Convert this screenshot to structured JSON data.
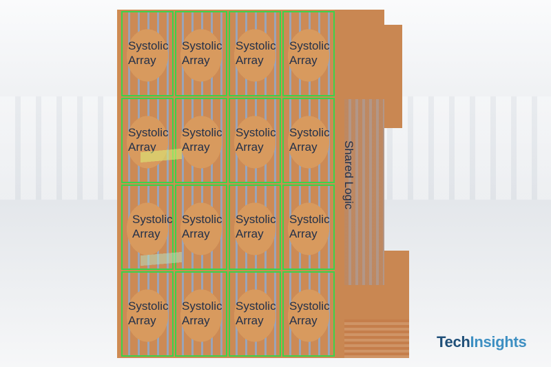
{
  "blocks": [
    "Systolic\nArray",
    "Systolic\nArray",
    "Systolic\nArray",
    "Systolic\nArray",
    "Systolic\nArray",
    "Systolic\nArray",
    "Systolic\nArray",
    "Systolic\nArray",
    "Systolic\nArray",
    "Systolic\nArray",
    "Systolic\nArray",
    "Systolic\nArray",
    "Systolic\nArray",
    "Systolic\nArray",
    "Systolic\nArray",
    "Systolic\nArray"
  ],
  "shared_label": "Shared Logic",
  "logo": {
    "part1": "Tech",
    "part2": "Insights"
  },
  "colors": {
    "grid_border": "#3ad34a",
    "label": "#233049",
    "die": "#cf8b52",
    "logo": "#1f4f78"
  }
}
